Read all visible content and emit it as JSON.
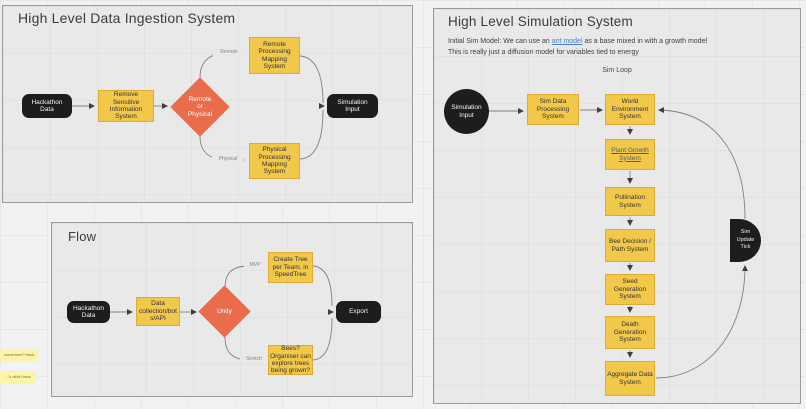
{
  "colors": {
    "node_yellow": "#F2C84B",
    "node_yellow_border": "#DCAC36",
    "node_orange": "#E96C4D",
    "node_black": "#1D1D1F",
    "link_blue": "#4E7FD0",
    "frame_fill": "#E9E9EA",
    "canvas_bg": "#F2F2F3"
  },
  "frames": {
    "ingestion": {
      "title": "High Level Data Ingestion System",
      "nodes": {
        "hackathon_data": "Hackathon Data",
        "remove_sensitive": "Remove Sensitive Information System",
        "decision": "Remote or Physical",
        "remote_processing": "Remote Processing Mapping System",
        "physical_processing": "Physical Processing Mapping System",
        "simulation_input": "Simulation Input"
      },
      "edge_labels": {
        "remote": "Remote",
        "physical": "Physical"
      }
    },
    "flow": {
      "title": "Flow",
      "nodes": {
        "hackathon_data": "Hackathon Data",
        "data_collection": "Data collection/bots/API",
        "decision": "Unity",
        "create_tree": "Create Tree per Team, in SpeedTree",
        "bees": "Bees? Organiser can explore trees being grown?",
        "export": "Export"
      },
      "edge_labels": {
        "mvp": "MVP",
        "stretch": "Stretch"
      }
    },
    "simulation": {
      "title": "High Level Simulation System",
      "note": {
        "line1_prefix": "Initial Sim Model: We can use an ",
        "link_text": "ant model",
        "line1_suffix": " as a base mixed in with a growth model",
        "line2": "This is really just a diffusion model for variables tied to energy"
      },
      "loop_label": "Sim Loop",
      "nodes": {
        "simulation_input": "Simulation Input",
        "sim_data_processing": "Sim Data Processing System",
        "world_environment": "World Environment System",
        "plant_growth": "Plant Growth System",
        "pollination": "Pollination System",
        "bee_decision": "Bee Decision / Path System",
        "seed_generation": "Seed Generation System",
        "death_generation": "Death Generation System",
        "aggregate_data": "Aggregate Data System",
        "sim_update_tick": "Sim Update Tick"
      }
    }
  },
  "stickies": [
    {
      "text": "movement? track"
    },
    {
      "text": "...'s didn't hear"
    }
  ]
}
